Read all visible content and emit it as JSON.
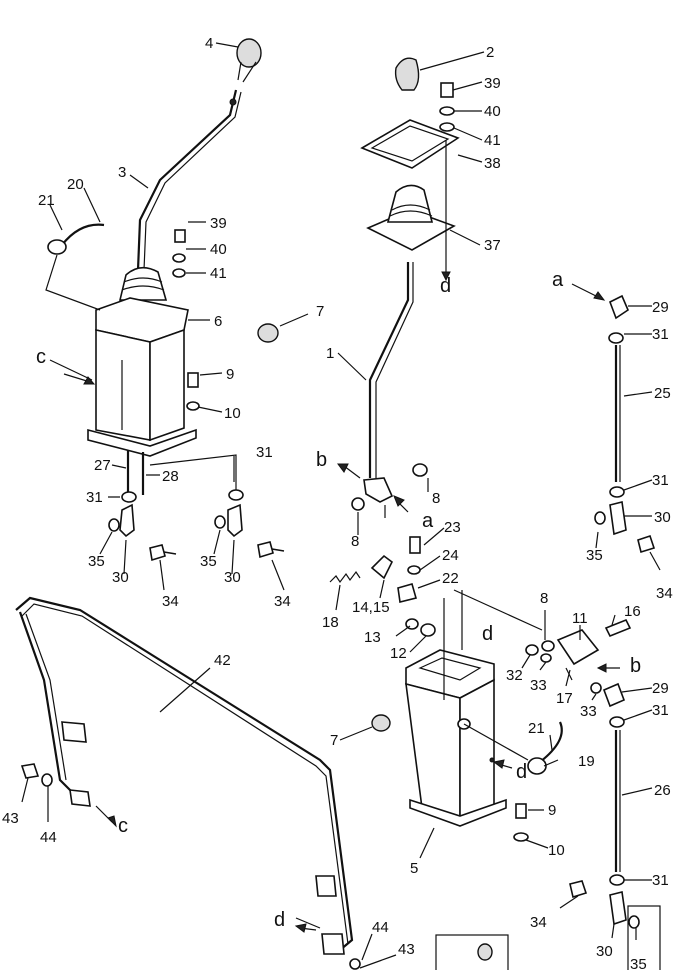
{
  "diagram": {
    "callouts": {
      "n1": "1",
      "n2": "2",
      "n3": "3",
      "n4": "4",
      "n5": "5",
      "n6": "6",
      "n7a": "7",
      "n7b": "7",
      "n8a": "8",
      "n8b": "8",
      "n8c": "8",
      "n9a": "9",
      "n9b": "9",
      "n10a": "10",
      "n10b": "10",
      "n11": "11",
      "n12": "12",
      "n13": "13",
      "n1415": "14,15",
      "n16": "16",
      "n17": "17",
      "n18": "18",
      "n19": "19",
      "n20": "20",
      "n21a": "21",
      "n21b": "21",
      "n22": "22",
      "n23": "23",
      "n24": "24",
      "n25": "25",
      "n26": "26",
      "n27": "27",
      "n28": "28",
      "n29a": "29",
      "n29b": "29",
      "n30a": "30",
      "n30b": "30",
      "n30c": "30",
      "n30d": "30",
      "n31a": "31",
      "n31b": "31",
      "n31c": "31",
      "n31d": "31",
      "n31e": "31",
      "n31f": "31",
      "n32": "32",
      "n33a": "33",
      "n33b": "33",
      "n34a": "34",
      "n34b": "34",
      "n34c": "34",
      "n34d": "34",
      "n35a": "35",
      "n35b": "35",
      "n35c": "35",
      "n35d": "35",
      "n37": "37",
      "n38": "38",
      "n39a": "39",
      "n39b": "39",
      "n40a": "40",
      "n40b": "40",
      "n41a": "41",
      "n41b": "41",
      "n42": "42",
      "n43a": "43",
      "n43b": "43",
      "n44a": "44",
      "n44b": "44"
    },
    "letters": {
      "a1": "a",
      "a2": "a",
      "b1": "b",
      "b2": "b",
      "c1": "c",
      "c2": "c",
      "d1": "d",
      "d2": "d",
      "d3": "d",
      "d4": "d"
    }
  }
}
